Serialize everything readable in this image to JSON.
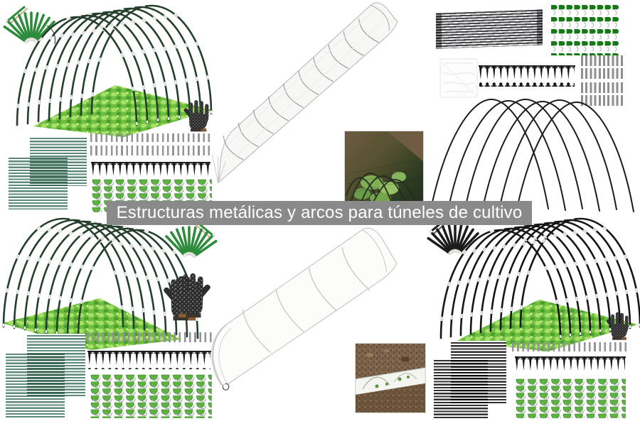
{
  "banner": {
    "text": "Estructuras metálicas y arcos para túneles de cultivo"
  },
  "colors": {
    "banner_bg": "#8a8a8a",
    "banner_text": "#ffffff",
    "arc_green": "#243f2b",
    "arc_black": "#161616",
    "rod_green": "#2d8c3c",
    "rod_black": "#1c1c1c",
    "lettuce_base": "#6cbf3f",
    "lettuce_light": "#a9e168",
    "lettuce_dark": "#4e9e2f",
    "clip_green": "#5cb23e",
    "clip_dark_green": "#157a15",
    "net_green": "#5d8a78",
    "net_black": "#303030",
    "hardware_gray": "#949494",
    "stake_black": "#181818",
    "glove_dark": "#2e2e2e",
    "tunnel_mesh_line": "#8f8f8f",
    "soil_brown": "#7b6248"
  },
  "panels": {
    "top_left": {
      "items": [
        "rod-fan",
        "garden-hoop-tunnel",
        "lettuce-bed",
        "work-glove",
        "shade-net-swatches",
        "tube-connector-rows",
        "ground-stake-row",
        "snap-clip-grid"
      ]
    },
    "top_middle": {
      "items": [
        "mesh-grow-tunnel",
        "garden-photo-inset"
      ]
    },
    "top_right": {
      "items": [
        "fiberglass-rod-bundle",
        "hook-clip-grid",
        "plastic-sheet",
        "ground-stake-row",
        "tube-connector-blocks",
        "hoop-arc-fan"
      ]
    },
    "bottom_left": {
      "items": [
        "garden-hoop-tunnel",
        "rod-fan",
        "work-glove-pair",
        "shade-net-swatches",
        "tube-connector-row",
        "ground-stake-row",
        "snap-clip-grid"
      ]
    },
    "bottom_middle": {
      "items": [
        "poly-grow-tunnel",
        "row-cover-photo-inset"
      ]
    },
    "bottom_right": {
      "items": [
        "rod-fan-black",
        "garden-hoop-tunnel-black",
        "lettuce-bed",
        "work-glove",
        "net-swatches-black",
        "tube-connector-row",
        "ground-stake-row",
        "snap-clip-grid"
      ]
    }
  }
}
